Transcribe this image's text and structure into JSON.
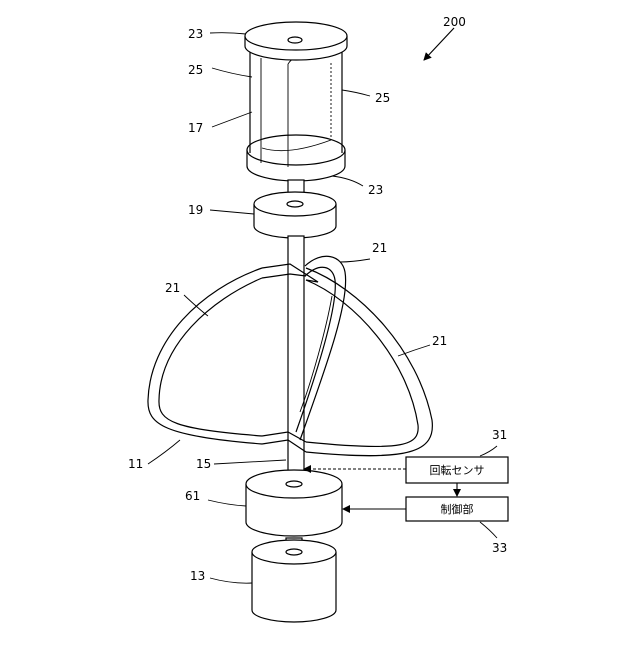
{
  "figure_number": "200",
  "labels": {
    "top_plate_top": "23",
    "top_plate_bottom": "23",
    "side_plate_left": "25",
    "side_plate_right": "25",
    "rotor_body": "17",
    "upper_bearing": "19",
    "blade_top_right": "21",
    "blade_left": "21",
    "blade_right": "21",
    "blade_assembly": "11",
    "shaft": "15",
    "lower_unit": "61",
    "base_unit": "13",
    "sensor_ref": "31",
    "controller_ref": "33"
  },
  "boxes": {
    "rotation_sensor": "回転センサ",
    "control_unit": "制御部"
  },
  "colors": {
    "line": "#000000",
    "background": "#ffffff"
  }
}
